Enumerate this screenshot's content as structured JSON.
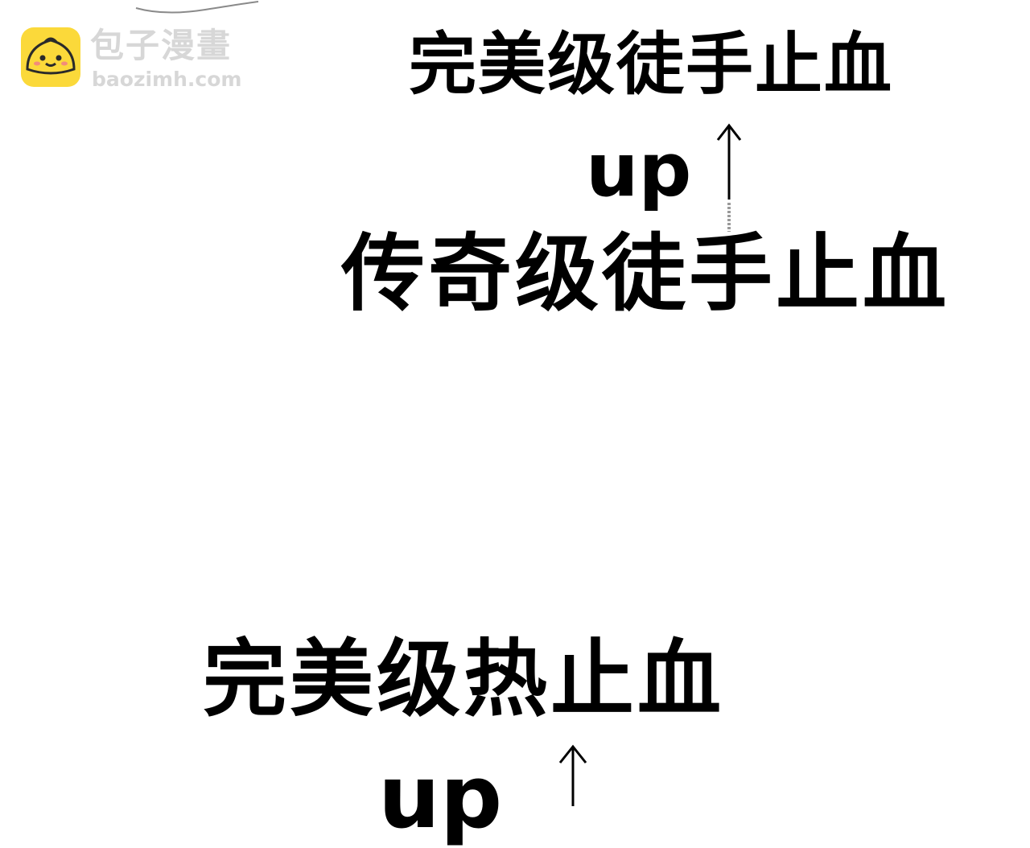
{
  "watermark": {
    "title": "包子漫畫",
    "url": "baozimh.com",
    "logo_icon": "bun-face-icon",
    "logo_color": "#fbd93a"
  },
  "captions": {
    "line1": "完美级徒手止血",
    "up1": "up",
    "arrow1_icon": "up-arrow-icon",
    "line2": "传奇级徒手止血",
    "line3": "完美级热止血",
    "up2": "up",
    "arrow2_icon": "up-arrow-icon"
  }
}
